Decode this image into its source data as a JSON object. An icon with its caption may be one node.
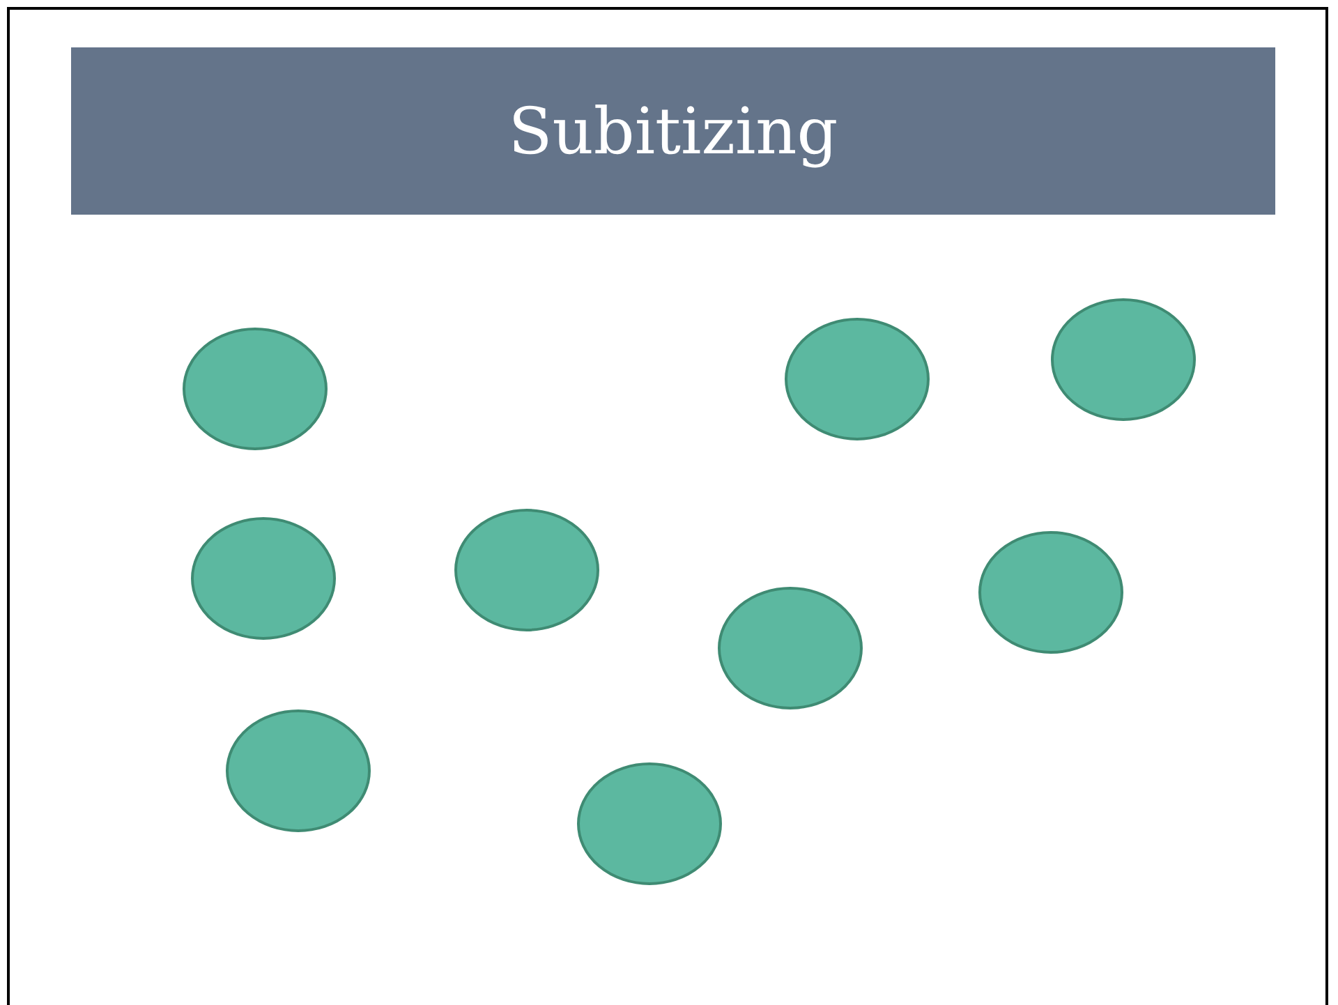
{
  "diagram": {
    "title": "Subitizing",
    "nodes": [
      {
        "text": [],
        "shape": "circle"
      },
      {
        "text": [],
        "shape": "circle"
      },
      {
        "text": [],
        "shape": "circle"
      },
      {
        "text": [],
        "shape": "circle"
      },
      {
        "text": [],
        "shape": "circle"
      },
      {
        "text": [],
        "shape": "circle"
      },
      {
        "text": [],
        "shape": "circle"
      },
      {
        "text": [],
        "shape": "circle"
      },
      {
        "text": [],
        "shape": "circle"
      }
    ]
  }
}
